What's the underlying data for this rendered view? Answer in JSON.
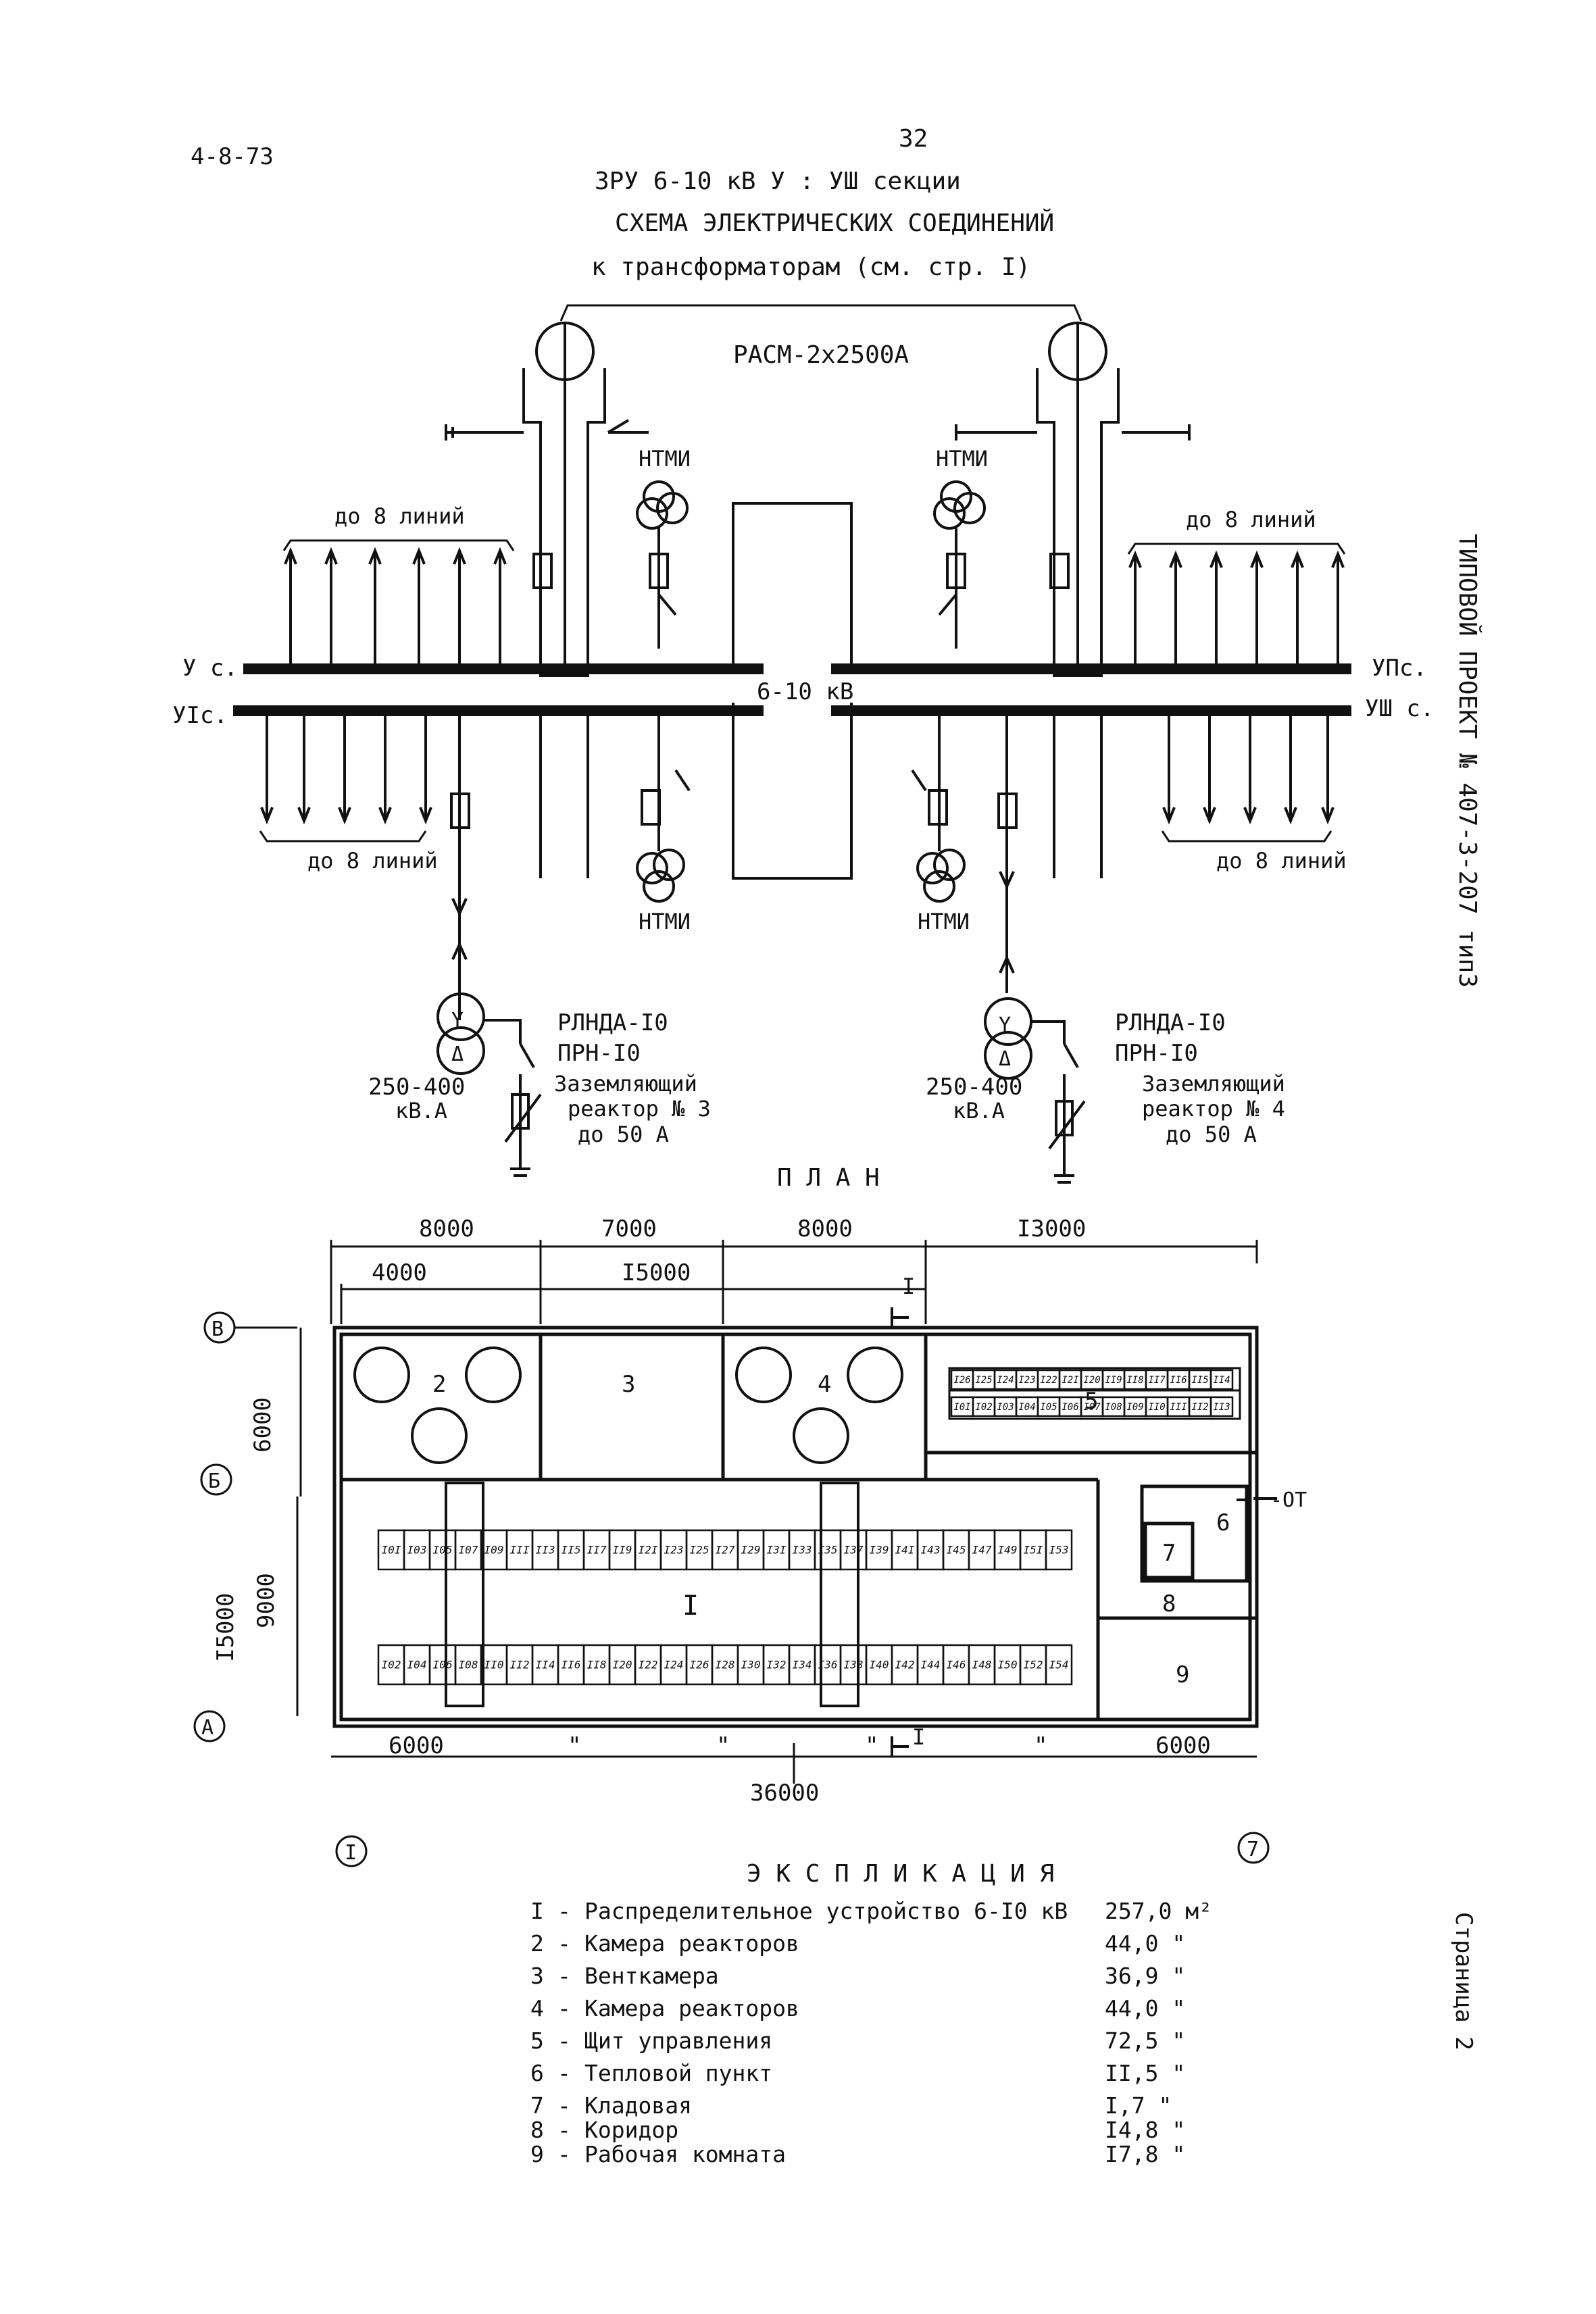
{
  "header": {
    "doc_code": "4-8-73",
    "page_no": "32",
    "title_line1": "ЗРУ 6-10 кВ  У : УШ секции",
    "title_line2": "СХЕМА ЭЛЕКТРИЧЕСКИХ СОЕДИНЕНИЙ",
    "title_line3": "к трансформаторам  (см. стр. I)"
  },
  "schema": {
    "bus_label": "РАСМ-2x2500А",
    "ntmi": "НТМИ",
    "lines_top": "до 8 линий",
    "lines_bottom": "до 8 линий",
    "sec_left_top": "У с.",
    "sec_left_bottom": "УIс.",
    "sec_right_top": "УПс.",
    "sec_right_bottom": "УШ с.",
    "voltage": "6-10 кВ",
    "rlnda": "РЛНДА-I0",
    "prn": "ПРН-I0",
    "power": "250-400",
    "power_unit": "кВ.А",
    "ground_reactor_label": "Заземляющий",
    "reactor3": "реактор № 3",
    "reactor4": "реактор № 4",
    "reactor_current": "до 50 А"
  },
  "plan": {
    "title": "П Л А Н",
    "dims_top": [
      "8000",
      "7000",
      "8000",
      "I3000"
    ],
    "dims_second": [
      "4000",
      "I5000"
    ],
    "dim_6000_left": "6000",
    "dim_6000_right": "6000",
    "dim_total": "36000",
    "dim_quote": "\"",
    "dim_15000": "I5000",
    "dim_9000": "9000",
    "dim_6000_v": "6000",
    "axis_B": "В",
    "axis_Bsoft": "Б",
    "axis_A": "А",
    "axis_1": "I",
    "axis_7": "7",
    "section_mark": "I",
    "ot_label": "-ОТ",
    "room_labels": [
      "I",
      "2",
      "3",
      "4",
      "5",
      "6",
      "7",
      "8",
      "9"
    ],
    "cells_top_row": [
      "I0I",
      "I03",
      "I05",
      "I07",
      "I09",
      "III",
      "II3",
      "II5",
      "II7",
      "II9",
      "I2I",
      "I23",
      "I25",
      "I27",
      "I29",
      "I3I",
      "I33",
      "I35",
      "I37",
      "I39",
      "I4I",
      "I43",
      "I45",
      "I47",
      "I49",
      "I5I",
      "I53"
    ],
    "cells_bottom_row": [
      "I02",
      "I04",
      "I06",
      "I08",
      "II0",
      "II2",
      "II4",
      "II6",
      "II8",
      "I20",
      "I22",
      "I24",
      "I26",
      "I28",
      "I30",
      "I32",
      "I34",
      "I36",
      "I38",
      "I40",
      "I42",
      "I44",
      "I46",
      "I48",
      "I50",
      "I52",
      "I54"
    ],
    "panel_top_row": [
      "I26",
      "I25",
      "I24",
      "I23",
      "I22",
      "I2I",
      "I20",
      "II9",
      "II8",
      "II7",
      "II6",
      "II5",
      "II4"
    ],
    "panel_bottom_row": [
      "I0I",
      "I02",
      "I03",
      "I04",
      "I05",
      "I06",
      "I07",
      "I08",
      "I09",
      "II0",
      "III",
      "II2",
      "II3"
    ]
  },
  "explication": {
    "title": "Э К С П Л И К А Ц И Я",
    "items": [
      {
        "no": "I",
        "name": "Распределительное устройство 6-I0 кВ",
        "area": "257,0 м²"
      },
      {
        "no": "2",
        "name": "Камера реакторов",
        "area": "44,0 \""
      },
      {
        "no": "3",
        "name": "Венткамера",
        "area": "36,9 \""
      },
      {
        "no": "4",
        "name": "Камера реакторов",
        "area": "44,0 \""
      },
      {
        "no": "5",
        "name": "Щит управления",
        "area": "72,5 \""
      },
      {
        "no": "6",
        "name": "Тепловой пункт",
        "area": "II,5 \""
      },
      {
        "no": "7",
        "name": "Кладовая",
        "area": "I,7 \""
      },
      {
        "no": "8",
        "name": "Коридор",
        "area": "I4,8 \""
      },
      {
        "no": "9",
        "name": "Рабочая комната",
        "area": "I7,8 \""
      }
    ]
  },
  "side": {
    "project": "ТИПОВОЙ ПРОЕКТ  № 407-3-207 тип3",
    "page": "Страница 2"
  }
}
